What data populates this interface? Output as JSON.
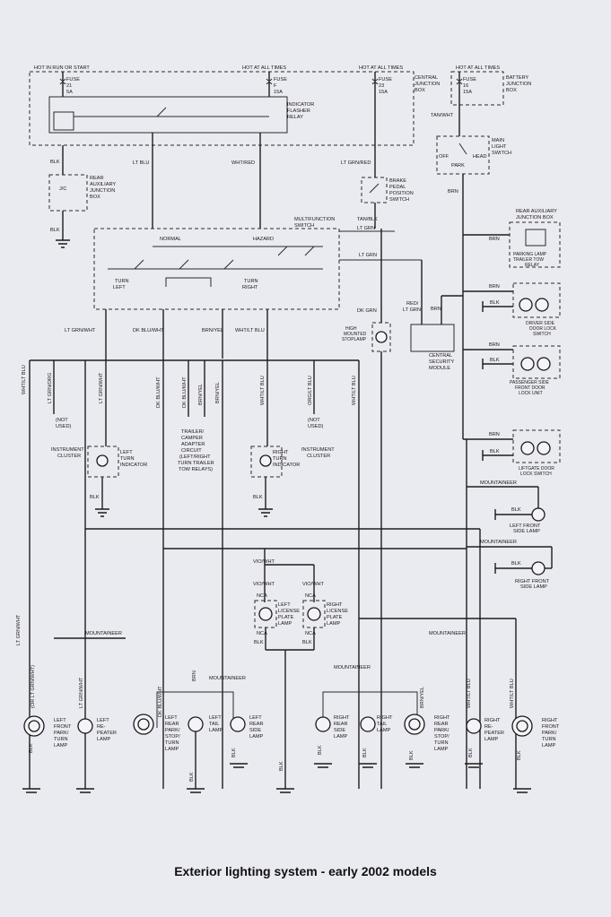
{
  "caption": "Exterior lighting system - early 2002 models",
  "power": {
    "hot_run_start": "HOT IN RUN OR START",
    "hot_all_1": "HOT AT ALL TIMES",
    "hot_all_2": "HOT AT ALL TIMES",
    "hot_all_3": "HOT AT ALL TIMES",
    "fuse21": [
      "FUSE",
      "21",
      "5A"
    ],
    "fuse_f": [
      "FUSE",
      "F",
      "15A"
    ],
    "fuse23": [
      "FUSE",
      "23",
      "15A"
    ],
    "fuse16": [
      "FUSE",
      "16",
      "15A"
    ],
    "cjb": [
      "CENTRAL",
      "JUNCTION",
      "BOX"
    ],
    "bjb": [
      "BATTERY",
      "JUNCTION",
      "BOX"
    ]
  },
  "components": {
    "flasher": [
      "INDICATOR",
      "FLASHER",
      "RELAY"
    ],
    "rear_aux": [
      "REAR",
      "AUXILIARY",
      "JUNCTION",
      "BOX"
    ],
    "rear_aux_2": [
      "REAR AUXILIARY",
      "JUNCTION BOX"
    ],
    "brake_switch": [
      "BRAKE",
      "PEDAL",
      "POSITION",
      "SWITCH"
    ],
    "main_light": [
      "MAIN",
      "LIGHT",
      "SWITCH"
    ],
    "off": "OFF",
    "park": "PARK",
    "head": "HEAD",
    "multifunction": [
      "MULTIFUNCTION",
      "SWITCH"
    ],
    "normal": "NORMAL",
    "hazard": "HAZARD",
    "turn_left": [
      "TURN",
      "LEFT"
    ],
    "turn_right": [
      "TURN",
      "RIGHT"
    ],
    "parking_relay": [
      "PARKING LAMP",
      "TRAILER TOW",
      "RELAY"
    ],
    "driver_door": [
      "DRIVER SIDE",
      "DOOR LOCK",
      "SWITCH"
    ],
    "pass_door": [
      "PASSENGER SIDE",
      "FRONT DOOR",
      "LOCK UNIT"
    ],
    "liftgate": [
      "LIFTGATE DOOR",
      "LOCK SWITCH"
    ],
    "high_stop": [
      "HIGH",
      "MOUNTED",
      "STOPLAMP"
    ],
    "security": [
      "CENTRAL",
      "SECURITY",
      "MODULE"
    ],
    "cluster_left": [
      "INSTRUMENT",
      "CLUSTER"
    ],
    "cluster_right": [
      "INSTRUMENT",
      "CLUSTER"
    ],
    "left_turn_ind": [
      "LEFT",
      "TURN",
      "INDICATOR"
    ],
    "right_turn_ind": [
      "RIGHT",
      "TURN",
      "INDICATOR"
    ],
    "trailer": [
      "TRAILER/",
      "CAMPER",
      "ADAPTER",
      "CIRCUIT",
      "(LEFT/RIGHT",
      "TURN TRAILER",
      "TOW RELAYS)"
    ],
    "not_used_1": [
      "(NOT",
      "USED)"
    ],
    "not_used_2": [
      "(NOT",
      "USED)"
    ],
    "lf_side": [
      "LEFT FRONT",
      "SIDE LAMP"
    ],
    "rf_side": [
      "RIGHT FRONT",
      "SIDE LAMP"
    ],
    "left_license": [
      "LEFT",
      "LICENSE",
      "PLATE",
      "LAMP"
    ],
    "right_license": [
      "RIGHT",
      "LICENSE",
      "PLATE",
      "LAMP"
    ],
    "lf_park": [
      "LEFT",
      "FRONT",
      "PARK/",
      "TURN",
      "LAMP"
    ],
    "l_repeater": [
      "LEFT",
      "RE-",
      "PEATER",
      "LAMP"
    ],
    "lr_park": [
      "LEFT",
      "REAR",
      "PARK/",
      "STOP/",
      "TURN",
      "LAMP"
    ],
    "l_tail": [
      "LEFT",
      "TAIL",
      "LAMP"
    ],
    "lr_side": [
      "LEFT",
      "REAR",
      "SIDE",
      "LAMP"
    ],
    "rr_side": [
      "RIGHT",
      "REAR",
      "SIDE",
      "LAMP"
    ],
    "r_tail": [
      "RIGHT",
      "TAIL",
      "LAMP"
    ],
    "rr_park": [
      "RIGHT",
      "REAR",
      "PARK/",
      "STOP/",
      "TURN",
      "LAMP"
    ],
    "r_repeater": [
      "RIGHT",
      "RE-",
      "PEATER",
      "LAMP"
    ],
    "rf_park": [
      "RIGHT",
      "FRONT",
      "PARK/",
      "TURN",
      "LAMP"
    ],
    "nca": "NCA",
    "mountaineer": "MOUNTAINEER"
  },
  "wires": {
    "blk": "BLK",
    "brn": "BRN",
    "lt_blu": "LT BLU",
    "wht_red": "WHT/RED",
    "lt_grn_red": "LT GRN/RED",
    "tan_wht": "TAN/WHT",
    "tan_blk": "TAN/BLK",
    "lt_grn": "LT GRN",
    "dk_grn": "DK GRN",
    "red_lt_grn": [
      "RED/",
      "LT GRN"
    ],
    "lt_grn_wht": "LT GRN/WHT",
    "dk_blu_wht": "DK BLU/WHT",
    "brn_yel": "BRN/YEL",
    "wht_lt_blu": "WHT/LT BLU",
    "lt_grn_org": "LT GRN/ORG",
    "org_lt_blu": "ORG/LT BLU",
    "vio_wht": "VIO/WHT",
    "wht_lt_blu_or": "(OR LT GRN/WHT)",
    "jc": "J/C"
  }
}
